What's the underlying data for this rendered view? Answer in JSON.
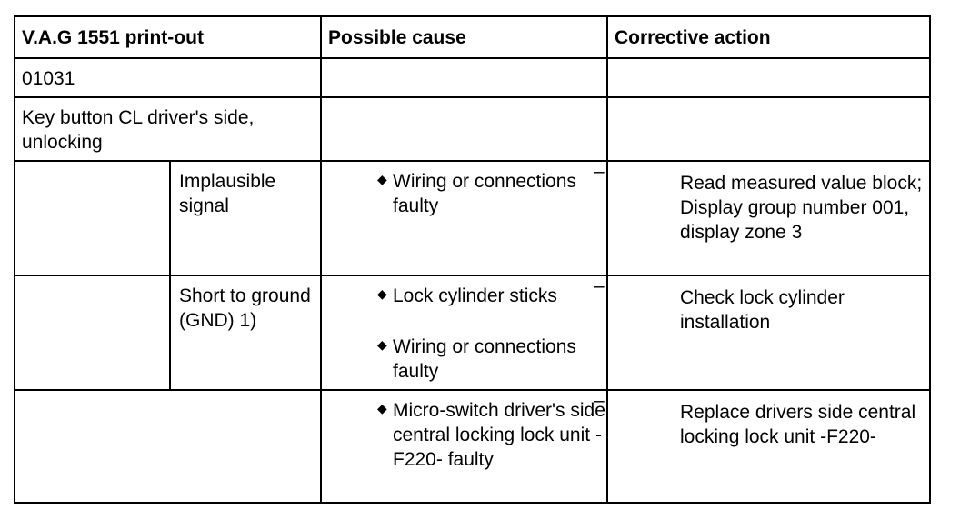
{
  "headers": {
    "printout": "V.A.G 1551 print-out",
    "cause": "Possible cause",
    "action": "Corrective action"
  },
  "rows": {
    "code": "01031",
    "component": "Key button CL driver's side, unlocking",
    "implausible": {
      "fault": "Implausible signal",
      "cause_1": "Wiring or connections faulty",
      "action": "Read measured value block; Display group number 001, display zone 3"
    },
    "short": {
      "fault": "Short to ground (GND) 1)",
      "cause_1": "Lock cylinder sticks",
      "cause_2": "Wiring or connections faulty",
      "action": "Check lock cylinder installation"
    },
    "microswitch": {
      "cause_1": "Micro-switch driver's side central locking lock unit -F220- faulty",
      "action": "Replace drivers side central locking lock unit -F220-"
    }
  },
  "glyphs": {
    "bullet": "◆",
    "dash": "–"
  }
}
